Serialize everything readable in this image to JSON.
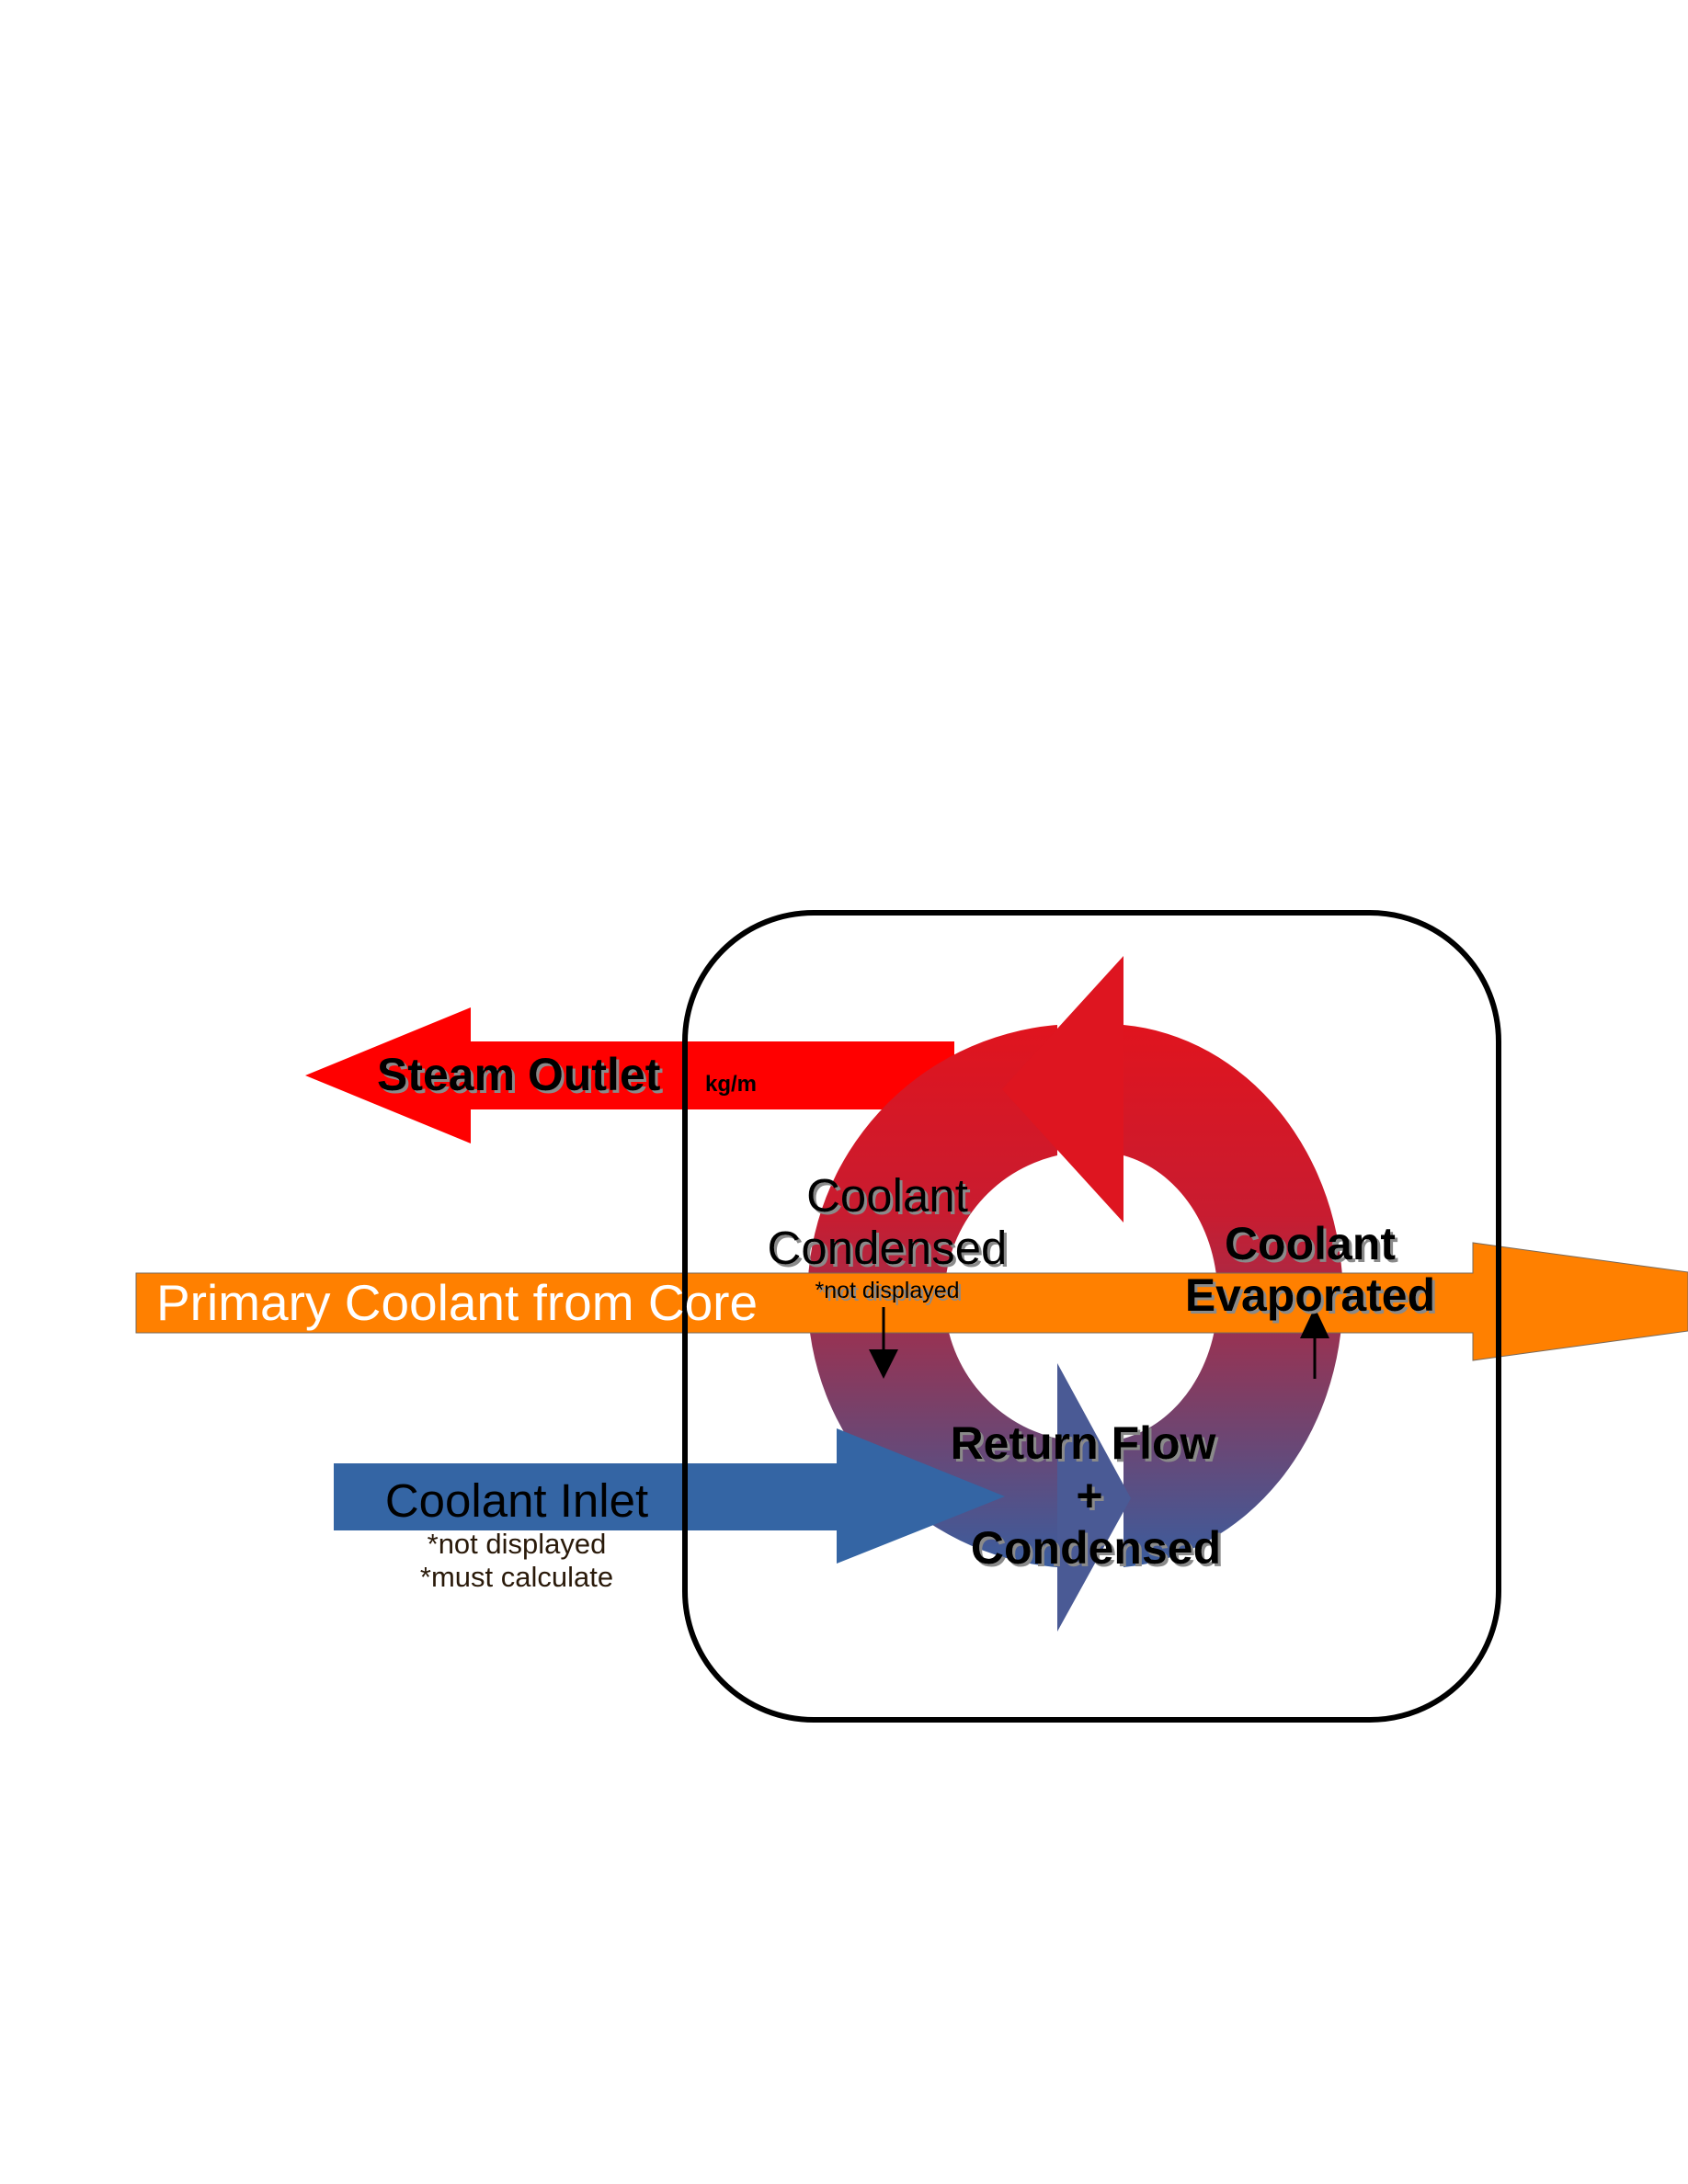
{
  "labels": {
    "steam_outlet": "Steam Outlet",
    "steam_outlet_unit": "kg/m",
    "primary_coolant": "Primary Coolant from Core",
    "coolant_condensed_line1": "Coolant",
    "coolant_condensed_line2": "Condensed",
    "coolant_condensed_note": "*not displayed",
    "coolant_evaporated_line1": "Coolant",
    "coolant_evaporated_line2": "Evaporated",
    "return_flow_line1": "Return Flow",
    "return_flow_line2": "+",
    "return_flow_line3": "Condensed",
    "coolant_inlet": "Coolant Inlet",
    "coolant_inlet_note1": "*not displayed",
    "coolant_inlet_note2": "*must calculate"
  },
  "colors": {
    "steam": "#ff0000",
    "primary_coolant": "#ff8000",
    "coolant_inlet": "#3465a4",
    "cycle_top": "#e0141e",
    "cycle_bottom": "#3a5d9e",
    "vessel_border": "#000000"
  }
}
